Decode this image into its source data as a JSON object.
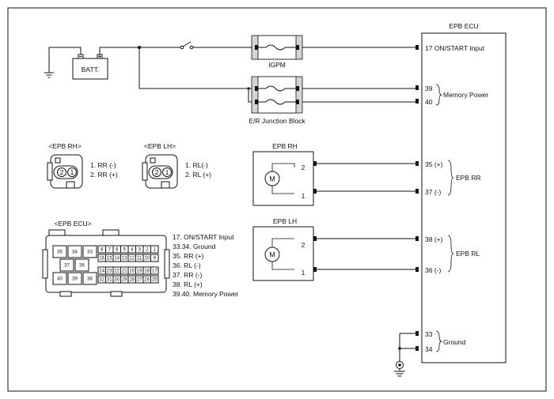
{
  "ecu": {
    "title": "EPB ECU",
    "pins": {
      "on_start": "17 ON/START Input",
      "p39": "39",
      "p40": "40",
      "memory_power": "Memory Power",
      "p35": "35 (+)",
      "p37": "37 (-)",
      "epb_rr": "EPB RR",
      "p38": "38 (+)",
      "p36": "36 (-)",
      "epb_rl": "EPB RL",
      "p33": "33",
      "p34": "34",
      "ground": "Ground"
    }
  },
  "power": {
    "battery": "BATT.",
    "igpm": "IGPM",
    "junction_block": "E/R Junction Block"
  },
  "motors": {
    "rh_title": "EPB RH",
    "lh_title": "EPB LH",
    "motor_symbol": "M",
    "pin2": "2",
    "pin1": "1"
  },
  "connectors": {
    "rh": {
      "title": "<EPB RH>",
      "pin_a": "2",
      "pin_b": "1",
      "legend": [
        "1. RR (-)",
        "2. RR (+)"
      ]
    },
    "lh": {
      "title": "<EPB LH>",
      "pin_a": "2",
      "pin_b": "1",
      "legend": [
        "1. RL(-)",
        "2. RL (+)"
      ]
    },
    "ecu": {
      "title": "<EPB ECU>",
      "big_pins": [
        "35",
        "34",
        "33",
        "37",
        "36",
        "40",
        "39",
        "38"
      ],
      "small_row1": [
        "8",
        "7",
        "6",
        "5",
        "4",
        "3",
        "2",
        "1"
      ],
      "small_row2": [
        "16",
        "15",
        "14",
        "13",
        "12",
        "11",
        "10",
        "9"
      ],
      "small_row3": [
        "24",
        "23",
        "22",
        "21",
        "20",
        "19",
        "18",
        "17"
      ],
      "small_row4": [
        "32",
        "31",
        "30",
        "29",
        "28",
        "27",
        "26",
        "25"
      ],
      "legend": [
        "17. ON/START Input",
        "33.34. Ground",
        "35. RR (+)",
        "36. RL (-)",
        "37. RR (-)",
        "38. RL (+)",
        "39.40. Memory Power"
      ]
    }
  }
}
